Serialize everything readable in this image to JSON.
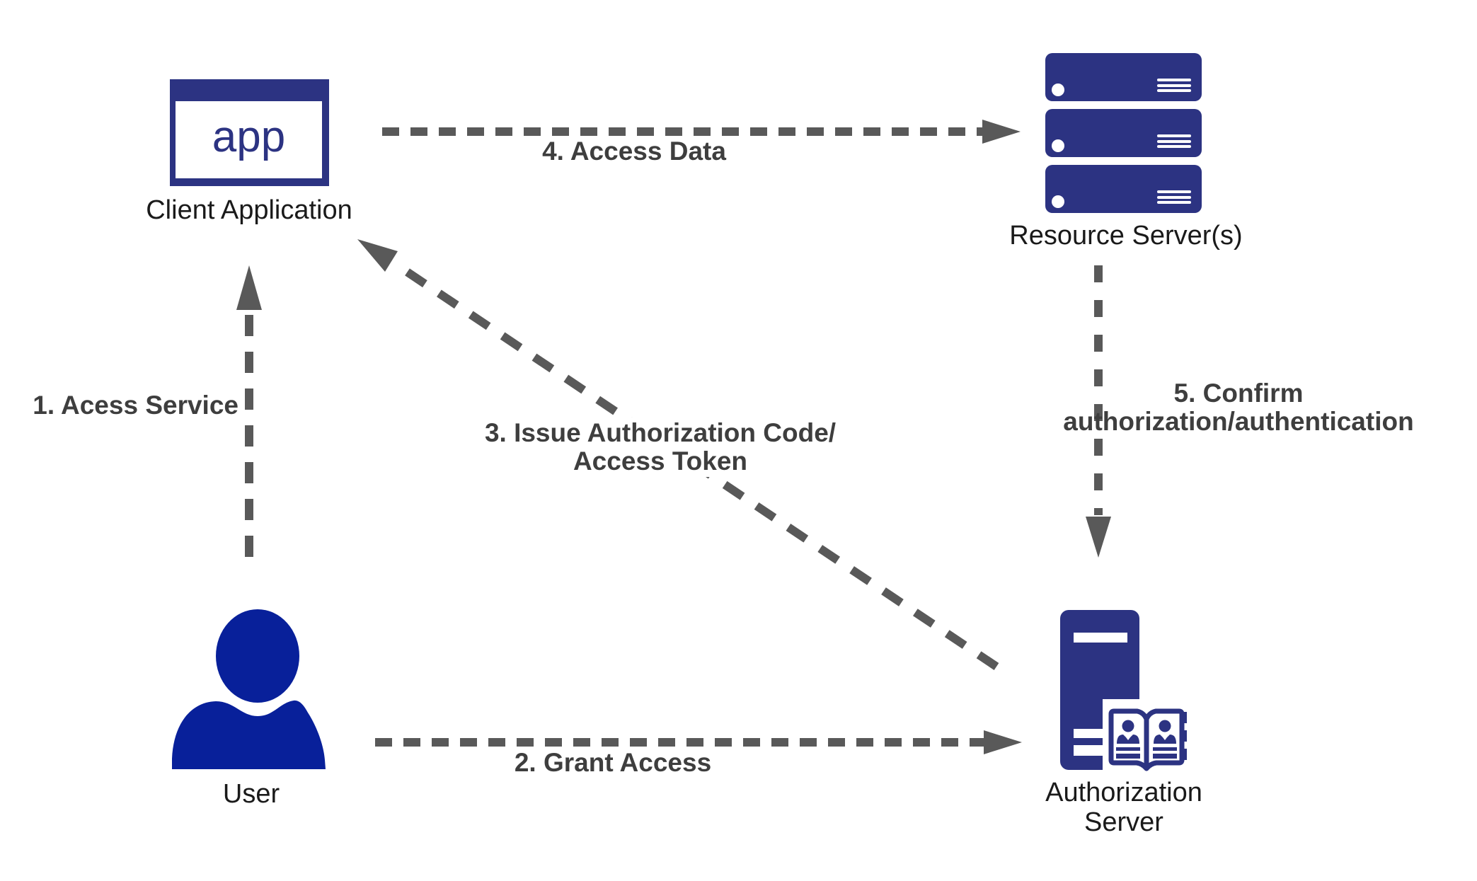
{
  "diagram": {
    "description": "OAuth authorization flow diagram",
    "background": "#ffffff"
  },
  "colors": {
    "navy": "#2c3382",
    "royal_blue": "#08209a",
    "arrow_gray": "#595959",
    "arrow_label_gray": "#3e3e3e",
    "node_label_black": "#1a1a1a"
  },
  "nodes": {
    "client_application": {
      "label": "Client Application",
      "icon": "browser-window-icon",
      "icon_text": "app"
    },
    "resource_servers": {
      "label": "Resource Server(s)",
      "icon": "server-stack-icon",
      "server_count": 3
    },
    "user": {
      "label": "User",
      "icon": "person-icon"
    },
    "authorization_server": {
      "label_line1": "Authorization",
      "label_line2": "Server",
      "icon": "tower-server-with-directory-book-icon"
    }
  },
  "arrows": {
    "step1": {
      "label": "1. Acess Service",
      "from": "User",
      "to": "Client Application",
      "style": "dashed"
    },
    "step2": {
      "label": "2. Grant Access",
      "from": "User",
      "to": "Authorization Server",
      "style": "dashed"
    },
    "step3": {
      "label_line1": "3. Issue Authorization Code/",
      "label_line2": "Access Token",
      "from": "Authorization Server",
      "to": "Client Application",
      "style": "dashed"
    },
    "step4": {
      "label": "4. Access Data",
      "from": "Client Application",
      "to": "Resource Server(s)",
      "style": "dashed"
    },
    "step5": {
      "label_line1": "5. Confirm",
      "label_line2": "authorization/authentication",
      "from": "Resource Server(s)",
      "to": "Authorization Server",
      "style": "dashed"
    }
  }
}
